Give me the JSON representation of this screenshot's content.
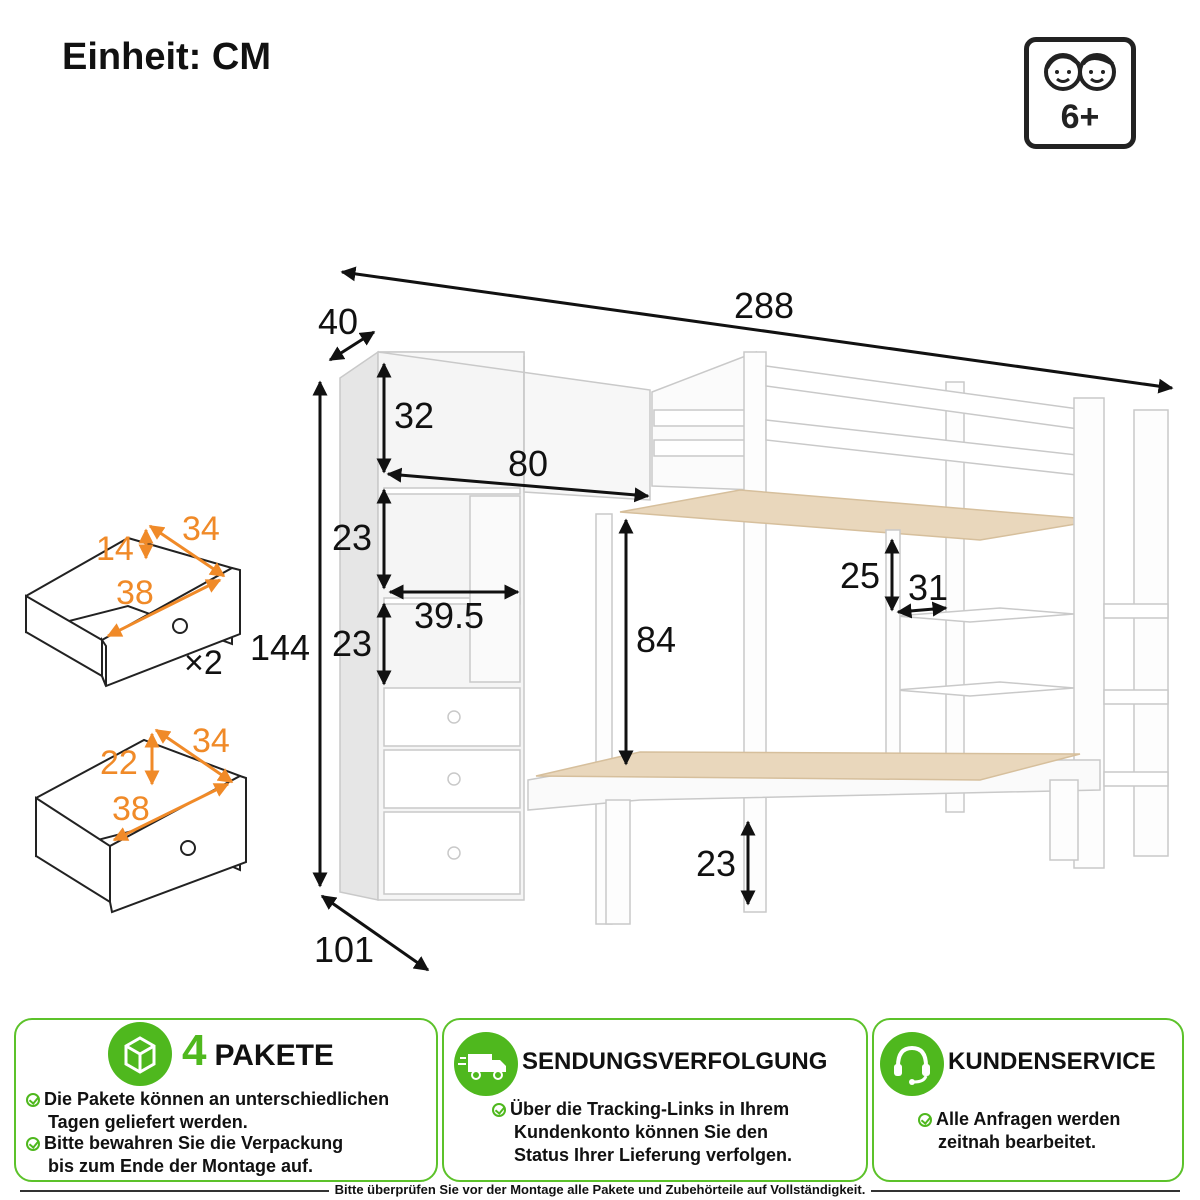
{
  "unit": {
    "label": "Einheit: CM"
  },
  "age_badge": {
    "text": "6+",
    "icon": "kids-faces-icon"
  },
  "dimensions": {
    "length": "288",
    "depth": "40",
    "height": "144",
    "width": "101",
    "cabinet_height": "32",
    "cabinet_width": "80",
    "shelf_height_upper": "23",
    "shelf_width": "39.5",
    "shelf_height_lower": "23",
    "upper_clearance": "84",
    "desk_height": "25",
    "desk_depth": "31",
    "floor_clearance": "23"
  },
  "drawers": {
    "small": {
      "height": "14",
      "depth": "34",
      "width": "38",
      "count": "×2"
    },
    "large": {
      "height": "22",
      "depth": "34",
      "width": "38"
    }
  },
  "colors": {
    "accent_green": "#4fb81e",
    "dimension_orange": "#f08a28"
  },
  "cards": [
    {
      "icon": "package-box-icon",
      "number": "4",
      "title": "PAKETE",
      "lines": [
        "Die Pakete können an unterschiedlichen",
        "Tagen geliefert werden.",
        "Bitte bewahren Sie die Verpackung",
        "bis zum Ende der Montage auf."
      ]
    },
    {
      "icon": "delivery-truck-icon",
      "title": "SENDUNGSVERFOLGUNG",
      "lines": [
        "Über die Tracking-Links in Ihrem",
        "Kundenkonto können Sie den",
        "Status Ihrer Lieferung verfolgen."
      ]
    },
    {
      "icon": "headset-icon",
      "title": "KUNDENSERVICE",
      "lines": [
        "Alle Anfragen werden",
        "zeitnah bearbeitet."
      ]
    }
  ],
  "footer": {
    "note": "Bitte überprüfen Sie vor der Montage alle Pakete und Zubehörteile auf Vollständigkeit."
  }
}
